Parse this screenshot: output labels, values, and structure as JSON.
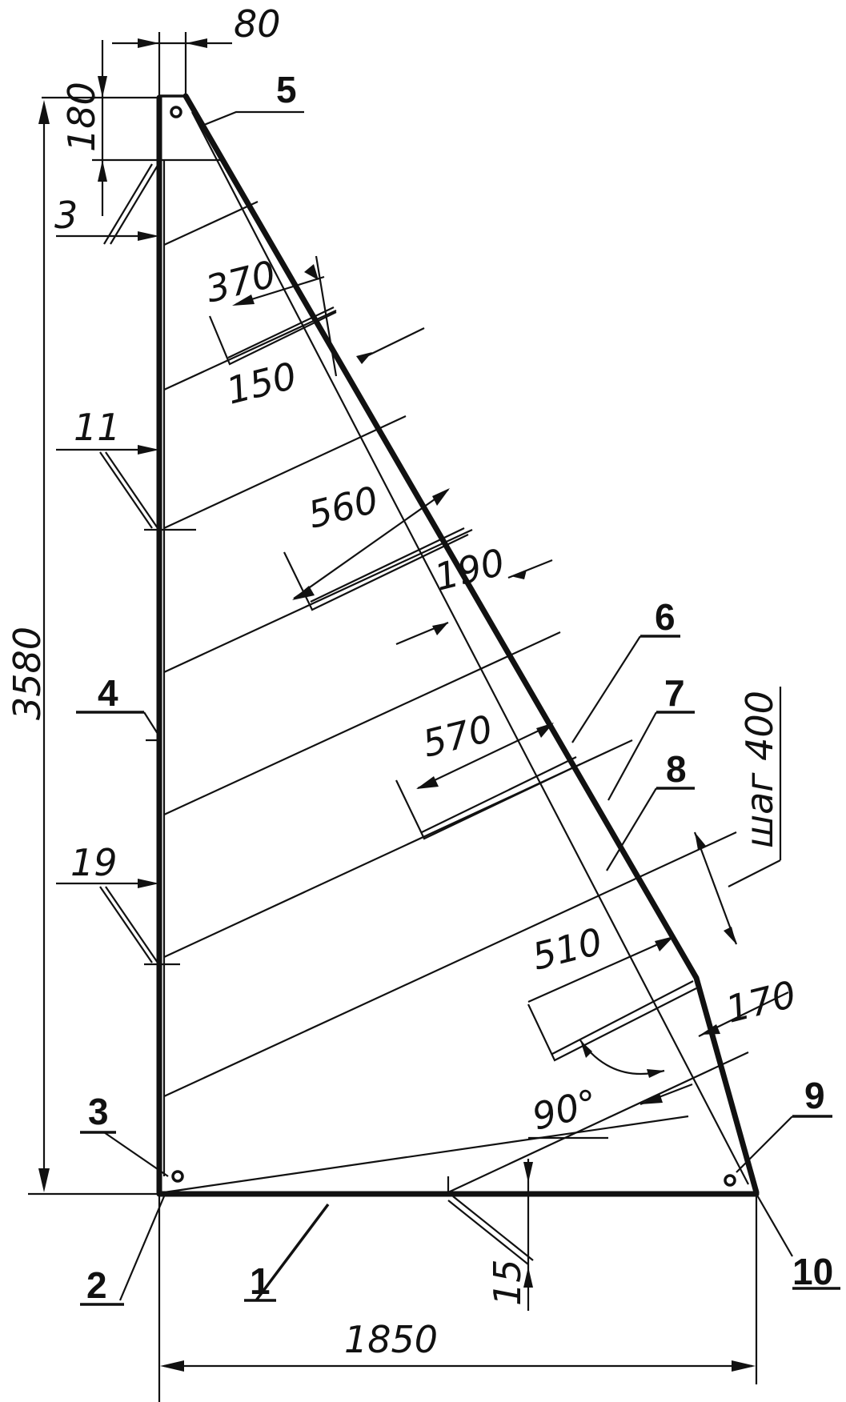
{
  "callouts": {
    "c1": "1",
    "c2": "2",
    "c3": "3",
    "c4": "4",
    "c5": "5",
    "c6": "6",
    "c7": "7",
    "c8": "8",
    "c9": "9",
    "c10": "10"
  },
  "dimensions": {
    "top_width": "80",
    "top_gap": "180",
    "mast_top": "3",
    "mast_mid1": "11",
    "mast_mid2": "19",
    "height": "3580",
    "batten1": "370",
    "leech1": "150",
    "batten2": "560",
    "leech2": "190",
    "batten3": "570",
    "batten4": "510",
    "leech4": "170",
    "angle": "90°",
    "pitch": "шаг 400",
    "boom_section": "15",
    "base": "1850"
  }
}
